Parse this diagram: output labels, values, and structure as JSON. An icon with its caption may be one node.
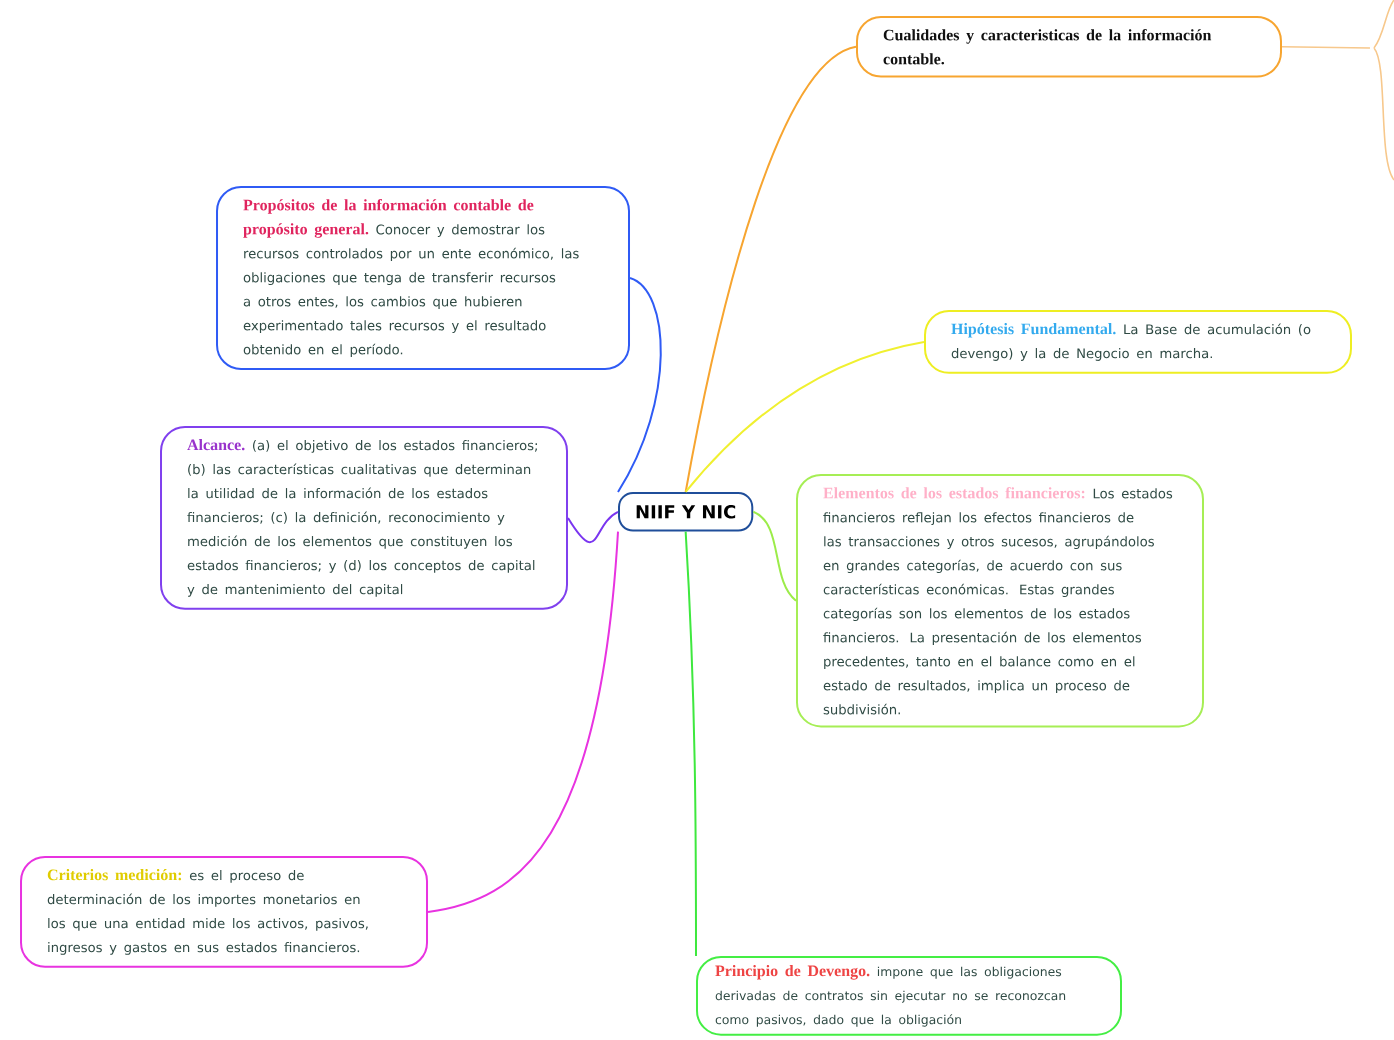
{
  "diagram": {
    "nodes": [
      {
        "text": [
          "NIIF Y NIC"
        ]
      },
      {
        "text": [
          "Propósitos de la información contable de propósito general.",
          "Conocer y demostrar los recursos controlados por un ente económico, las obligaciones que tenga de transferir recursos a otros entes, los cambios que hubieren experimentado tales recursos y el resultado obtenido en el período."
        ]
      },
      {
        "text": [
          "Alcance.",
          "(a) el objetivo de los estados financieros; (b) las características cualitativas que determinan la utilidad de la información de los estados financieros; (c) la definición, reconocimiento y medición de los elementos que constituyen los estados financieros; y (d) los conceptos de capital y de mantenimiento del capital"
        ]
      },
      {
        "text": [
          "Criterios medición:",
          "es el proceso de determinación de los importes monetarios en los que una entidad mide los activos, pasivos, ingresos y gastos en sus estados financieros."
        ]
      },
      {
        "text": [
          "Cualidades y caracteristicas de la información contable."
        ]
      },
      {
        "text": [
          "Hipótesis Fundamental.",
          "La Base de acumulación (o devengo) y la de Negocio en marcha."
        ]
      },
      {
        "text": [
          "Elementos de los estados financieros:",
          "Los estados financieros reflejan los efectos financieros de las transacciones y otros sucesos, agrupándolos en grandes categorías, de acuerdo con sus características económicas. Estas grandes categorías son los elementos de los estados financieros. La presentación de los elementos precedentes, tanto en el balance como en el estado de resultados, implica un proceso de subdivisión."
        ]
      },
      {
        "text": [
          "Principio de Devengo.",
          "impone que las obligaciones derivadas de contratos sin ejecutar no se reconozcan como pasivos, dado que la obligación"
        ]
      }
    ],
    "edges": [
      {
        "from": 0,
        "to": 1,
        "arrow": "none",
        "color": "#2f5bf5"
      },
      {
        "from": 0,
        "to": 2,
        "arrow": "none",
        "color": "#7a35f0"
      },
      {
        "from": 0,
        "to": 3,
        "arrow": "none",
        "color": "#e833e0"
      },
      {
        "from": 0,
        "to": 4,
        "arrow": "none",
        "color": "#f7a530"
      },
      {
        "from": 0,
        "to": 5,
        "arrow": "none",
        "color": "#f0f030"
      },
      {
        "from": 0,
        "to": 6,
        "arrow": "none",
        "color": "#9cec4a"
      },
      {
        "from": 0,
        "to": 7,
        "arrow": "none",
        "color": "#3ee83e"
      }
    ]
  }
}
